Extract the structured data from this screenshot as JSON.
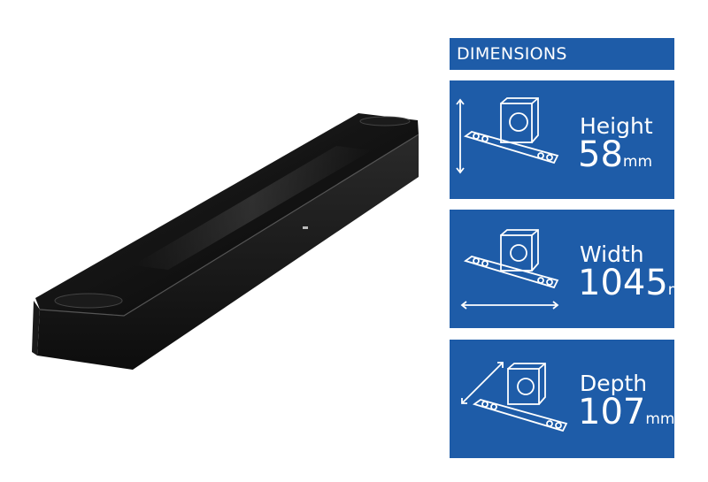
{
  "header": {
    "title": "DIMENSIONS"
  },
  "dimensions": [
    {
      "label": "Height",
      "value": "58",
      "unit": "mm"
    },
    {
      "label": "Width",
      "value": "1045",
      "unit": "mm"
    },
    {
      "label": "Depth",
      "value": "107",
      "unit": "mm"
    }
  ],
  "colors": {
    "panel": "#1e5ca8",
    "text": "#ffffff",
    "product": "#111111"
  },
  "icons": [
    "soundbar-product-image",
    "height-dimension-icon",
    "width-dimension-icon",
    "depth-dimension-icon"
  ]
}
